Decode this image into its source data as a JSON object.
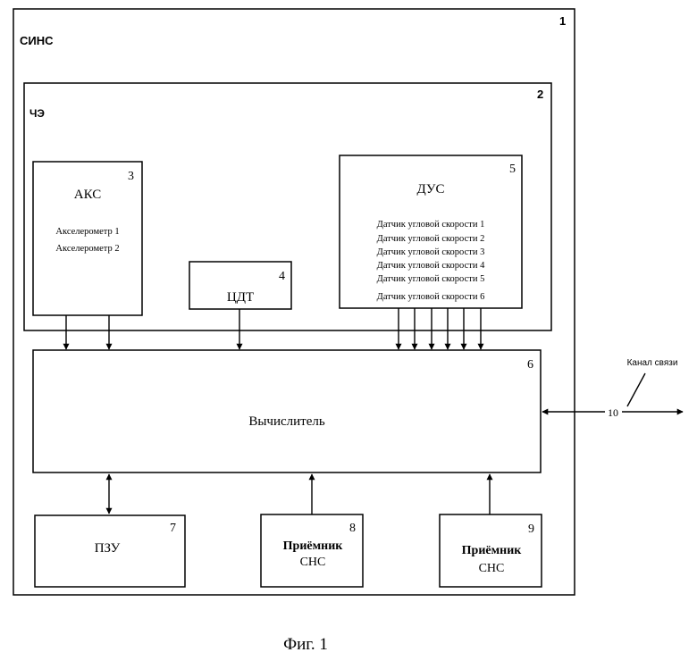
{
  "outer": {
    "label": "СИНС",
    "number": "1"
  },
  "sensitive": {
    "label": "ЧЭ",
    "number": "2"
  },
  "aks": {
    "number": "3",
    "title": "АКС",
    "items": [
      "Акселерометр 1",
      "Акселерометр 2"
    ]
  },
  "cdt": {
    "number": "4",
    "title": "ЦДТ"
  },
  "dus": {
    "number": "5",
    "title": "ДУС",
    "items": [
      "Датчик угловой скорости 1",
      "Датчик угловой скорости 2",
      "Датчик угловой скорости 3",
      "Датчик угловой скорости 4",
      "Датчик угловой скорости 5",
      "Датчик угловой скорости 6"
    ]
  },
  "computer": {
    "number": "6",
    "title": "Вычислитель"
  },
  "pzu": {
    "number": "7",
    "title": "ПЗУ"
  },
  "receiver1": {
    "number": "8",
    "line1": "Приёмник",
    "line2": "СНС"
  },
  "receiver2": {
    "number": "9",
    "line1": "Приёмник",
    "line2": "СНС"
  },
  "channel": {
    "label": "Канал связи",
    "number": "10"
  },
  "caption": "Фиг. 1"
}
